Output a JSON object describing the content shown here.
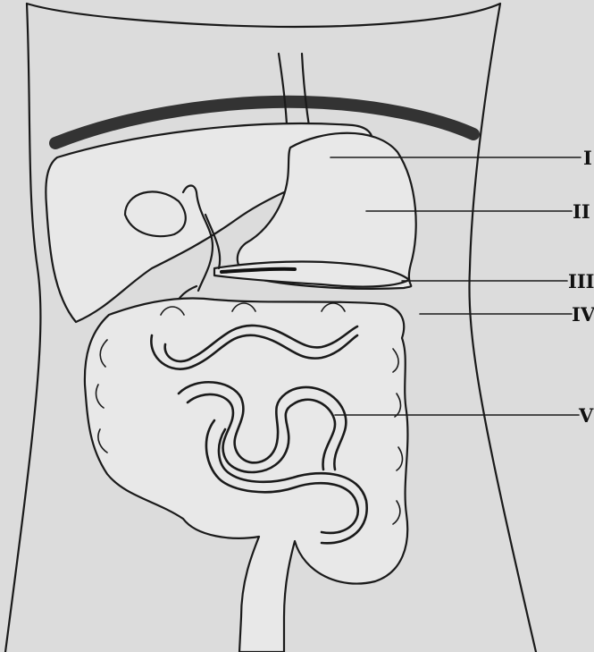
{
  "labels": {
    "I": "I",
    "II": "II",
    "III": "III",
    "IV": "IV",
    "V": "V"
  },
  "colors": {
    "background": "#dcdcdc",
    "outline": "#1a1a1a",
    "diaphragm": "#3a3a3a",
    "organ_fill": "#e8e8e8"
  }
}
